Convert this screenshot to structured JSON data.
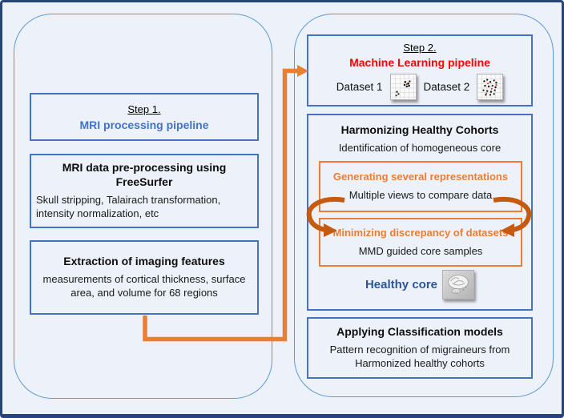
{
  "left": {
    "step_title": "Step 1.",
    "step_subtitle": "MRI processing pipeline",
    "preprocessing_title": "MRI data pre-processing using FreeSurfer",
    "preprocessing_body": "Skull stripping, Talairach transformation, intensity normalization, etc",
    "extraction_title": "Extraction of imaging features",
    "extraction_body": "measurements of cortical thickness, surface area, and volume for 68 regions"
  },
  "right": {
    "step_title": "Step 2.",
    "step_subtitle": "Machine Learning pipeline",
    "dataset1_label": "Dataset 1",
    "dataset2_label": "Dataset 2",
    "harmonizing_title": "Harmonizing Healthy Cohorts",
    "harmonizing_subtitle": "Identification of homogeneous core",
    "generating_title": "Generating several representations",
    "generating_body": "Multiple views to compare data",
    "minimizing_title": "Minimizing discrepancy of datasets",
    "minimizing_body": "MMD guided core samples",
    "healthy_core_label": "Healthy core",
    "classification_title": "Applying Classification models",
    "classification_body": "Pattern recognition of migraineurs from Harmonized healthy cohorts"
  },
  "icons": {
    "dataset1": "scatter-plot-thumbnail",
    "dataset2": "scatter-plot-thumbnail",
    "healthy_core": "brain-thumbnail"
  },
  "colors": {
    "orange_accent": "#ED7D31",
    "dark_orange_arrows": "#C55A11",
    "box_border_blue": "#4472C4",
    "panel_border_blue": "#5B9BD5",
    "outer_border_navy": "#254478",
    "step1_subtitle_blue": "#4472C4",
    "step2_subtitle_red": "#FF0000",
    "healthy_core_blue": "#2E5597",
    "background": "#EDF1F9"
  }
}
